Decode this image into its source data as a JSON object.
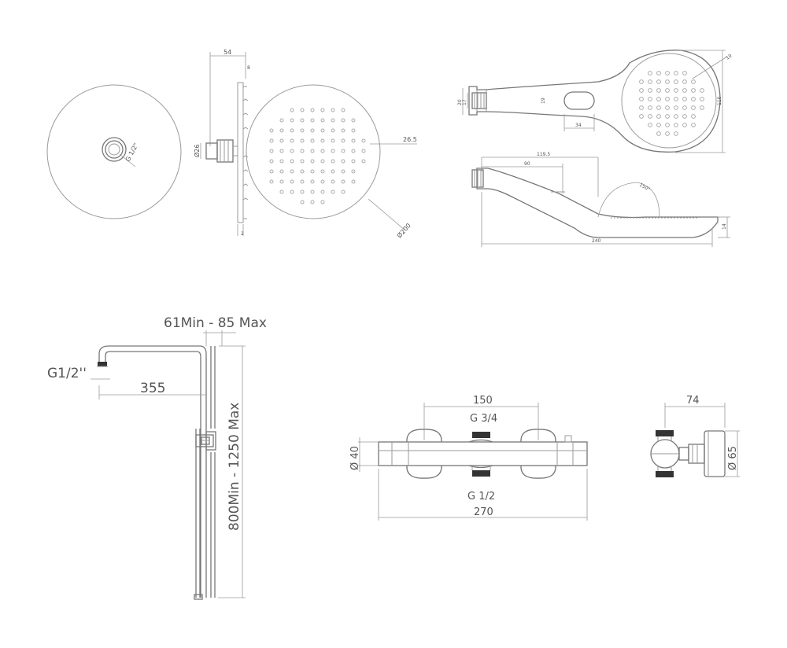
{
  "head_shower": {
    "thread_label": "G 1/2\"",
    "side_depth": "54",
    "side_top_small": "8",
    "side_bottom_small": "2",
    "connector_diameter": "Ø26",
    "nozzle_offset": "26.5",
    "face_diameter": "Ø200"
  },
  "hand_shower": {
    "top_width": "20",
    "top_neck": "17",
    "top_grip": "19",
    "top_slot": "34",
    "head_height": "110",
    "head_offset": "10",
    "side_overall_partial": "119.5",
    "side_partial": "90",
    "side_total": "240",
    "side_angle": "150°",
    "side_thickness": "14"
  },
  "riser": {
    "arm_projection": "61Min - 85 Max",
    "arm_length": "355",
    "thread": "G1/2''",
    "height_range": "800Min - 1250 Max"
  },
  "valve_front": {
    "inlet_spacing": "150",
    "top_thread": "G 3/4",
    "body_diameter": "Ø 40",
    "bottom_thread": "G 1/2",
    "total_length": "270"
  },
  "valve_side": {
    "depth": "74",
    "flange_diameter": "Ø 65"
  }
}
